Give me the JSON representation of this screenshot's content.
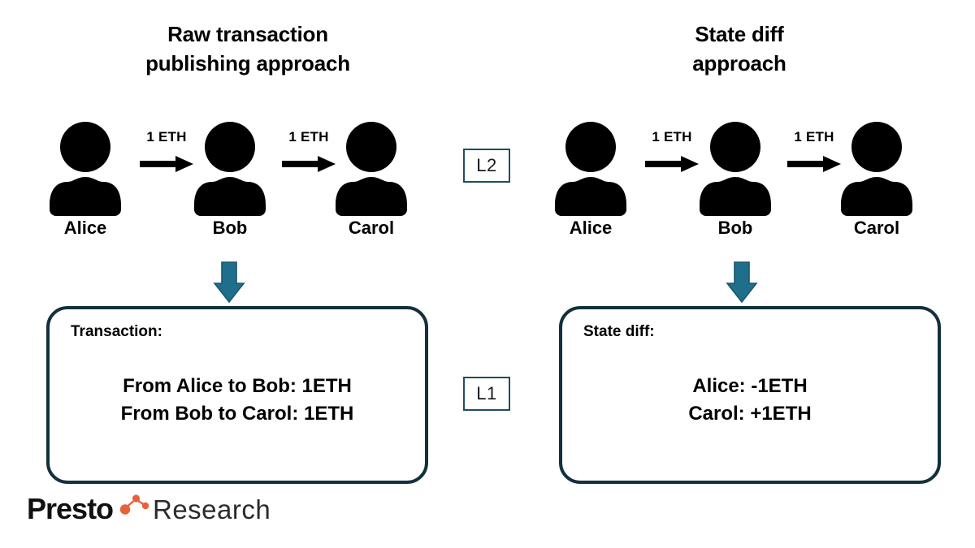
{
  "diagram": {
    "title_left_lines": [
      "Raw transaction",
      "publishing approach"
    ],
    "title_right_lines": [
      "State diff",
      "approach"
    ],
    "colors": {
      "teal_arrow": "#1F6E8C",
      "teal_arrow_stroke": "#17576F",
      "box_border": "#12303E",
      "badge_border": "#1F4E5F",
      "logo_orange": "#E8603C",
      "text": "#000000"
    },
    "levels": {
      "l2_label": "L2",
      "l1_label": "L1"
    },
    "left_flow": {
      "actors": [
        {
          "name": "Alice",
          "icon": "person-icon"
        },
        {
          "name": "Bob",
          "icon": "person-icon"
        },
        {
          "name": "Carol",
          "icon": "person-icon"
        }
      ],
      "transfers": [
        {
          "amount": "1 ETH",
          "icon": "arrow-right-icon"
        },
        {
          "amount": "1 ETH",
          "icon": "arrow-right-icon"
        }
      ],
      "down_arrow_icon": "arrow-down-icon",
      "box": {
        "heading": "Transaction:",
        "lines": [
          "From Alice to Bob: 1ETH",
          "From Bob to Carol: 1ETH"
        ]
      }
    },
    "right_flow": {
      "actors": [
        {
          "name": "Alice",
          "icon": "person-icon"
        },
        {
          "name": "Bob",
          "icon": "person-icon"
        },
        {
          "name": "Carol",
          "icon": "person-icon"
        }
      ],
      "transfers": [
        {
          "amount": "1 ETH",
          "icon": "arrow-right-icon"
        },
        {
          "amount": "1 ETH",
          "icon": "arrow-right-icon"
        }
      ],
      "down_arrow_icon": "arrow-down-icon",
      "box": {
        "heading": "State diff:",
        "lines": [
          "Alice: -1ETH",
          "Carol: +1ETH"
        ]
      }
    },
    "logo": {
      "primary": "Presto",
      "secondary": "Research"
    }
  }
}
